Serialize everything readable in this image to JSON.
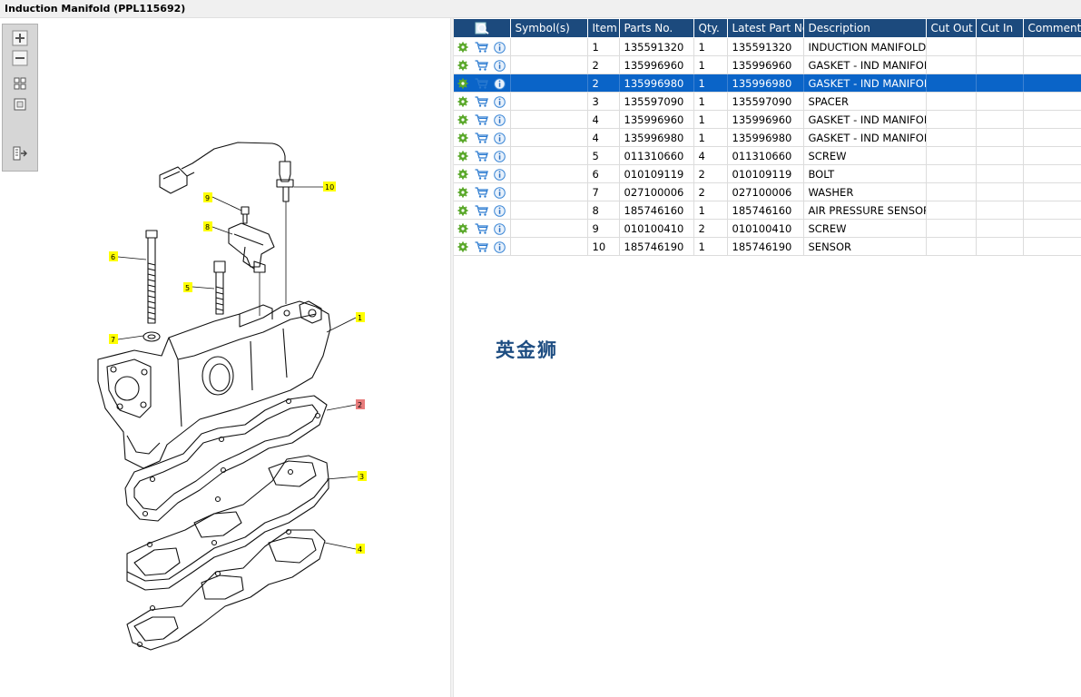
{
  "window": {
    "title": "Induction Manifold (PPL115692)"
  },
  "toolbox": {
    "buttons": [
      "zoom-in-icon",
      "zoom-out-icon",
      "fit-all-icon",
      "fit-window-icon",
      "export-icon"
    ]
  },
  "diagram": {
    "callouts": [
      {
        "label": "10",
        "highlight": false
      },
      {
        "label": "9",
        "highlight": false
      },
      {
        "label": "8",
        "highlight": false
      },
      {
        "label": "6",
        "highlight": false
      },
      {
        "label": "5",
        "highlight": false
      },
      {
        "label": "7",
        "highlight": false
      },
      {
        "label": "1",
        "highlight": false
      },
      {
        "label": "2",
        "highlight": true
      },
      {
        "label": "3",
        "highlight": false
      },
      {
        "label": "4",
        "highlight": false
      }
    ],
    "callout_color": "#ffff00",
    "highlight_color": "#e87c7c"
  },
  "table": {
    "header_color": "#1c4a7d",
    "selected_color": "#0a64c8",
    "columns": [
      "",
      "Symbol(s)",
      "Item",
      "Parts No.",
      "Qty.",
      "Latest Part No.",
      "Description",
      "Cut Out",
      "Cut In",
      "Comment"
    ],
    "rows": [
      {
        "item": "1",
        "part": "135591320",
        "qty": "1",
        "latest": "135591320",
        "desc": "INDUCTION MANIFOLD"
      },
      {
        "item": "2",
        "part": "135996960",
        "qty": "1",
        "latest": "135996960",
        "desc": "GASKET - IND MANIFOLD"
      },
      {
        "item": "2",
        "part": "135996980",
        "qty": "1",
        "latest": "135996980",
        "desc": "GASKET - IND MANIFOLD"
      },
      {
        "item": "3",
        "part": "135597090",
        "qty": "1",
        "latest": "135597090",
        "desc": "SPACER"
      },
      {
        "item": "4",
        "part": "135996960",
        "qty": "1",
        "latest": "135996960",
        "desc": "GASKET - IND MANIFOLD"
      },
      {
        "item": "4",
        "part": "135996980",
        "qty": "1",
        "latest": "135996980",
        "desc": "GASKET - IND MANIFOLD"
      },
      {
        "item": "5",
        "part": "011310660",
        "qty": "4",
        "latest": "011310660",
        "desc": "SCREW"
      },
      {
        "item": "6",
        "part": "010109119",
        "qty": "2",
        "latest": "010109119",
        "desc": "BOLT"
      },
      {
        "item": "7",
        "part": "027100006",
        "qty": "2",
        "latest": "027100006",
        "desc": "WASHER"
      },
      {
        "item": "8",
        "part": "185746160",
        "qty": "1",
        "latest": "185746160",
        "desc": "AIR PRESSURE SENSOR"
      },
      {
        "item": "9",
        "part": "010100410",
        "qty": "2",
        "latest": "010100410",
        "desc": "SCREW"
      },
      {
        "item": "10",
        "part": "185746190",
        "qty": "1",
        "latest": "185746190",
        "desc": "SENSOR"
      }
    ],
    "selected_index": 2
  },
  "watermark": "英金狮"
}
